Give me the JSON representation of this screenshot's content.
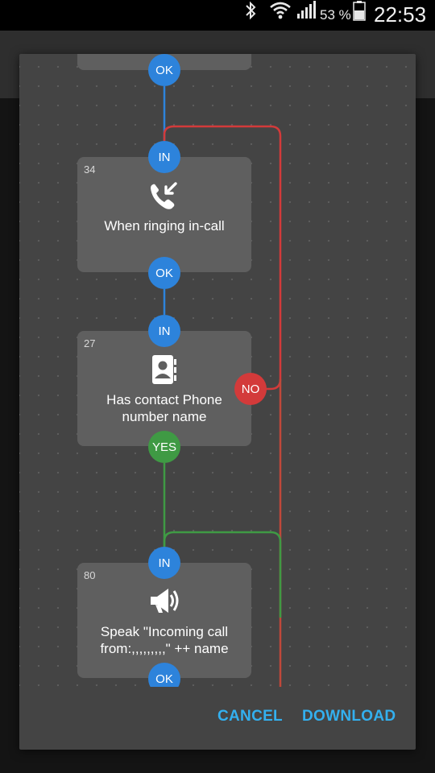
{
  "status_bar": {
    "battery_percent": "53 %",
    "time": "22:53",
    "icons": [
      "bluetooth-icon",
      "wifi-icon",
      "signal-icon",
      "battery-icon"
    ]
  },
  "flow": {
    "top_node": {
      "ok_port": "OK"
    },
    "nodes": [
      {
        "id": "34",
        "icon": "incoming-call-icon",
        "title": "When ringing in-call",
        "in_port": "IN",
        "out_port": "OK"
      },
      {
        "id": "27",
        "icon": "contact-card-icon",
        "title_line1": "Has contact Phone",
        "title_line2": "number name",
        "in_port": "IN",
        "yes_port": "YES",
        "no_port": "NO"
      },
      {
        "id": "80",
        "icon": "megaphone-icon",
        "title_line1": "Speak \"Incoming call",
        "title_line2": "from:,,,,,,,,,\" ++ name",
        "in_port": "IN",
        "out_port": "OK"
      }
    ]
  },
  "colors": {
    "port_blue": "#2d83db",
    "port_red": "#d33a3a",
    "port_green": "#3f9a44",
    "accent": "#33b0ef"
  },
  "dialog": {
    "cancel_label": "CANCEL",
    "download_label": "DOWNLOAD"
  }
}
